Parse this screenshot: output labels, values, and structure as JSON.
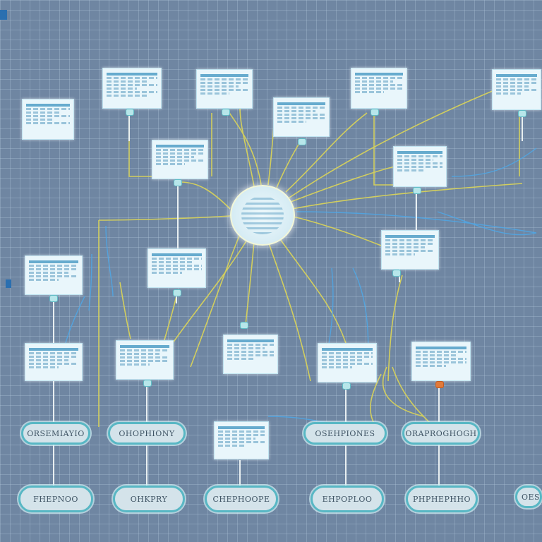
{
  "colors": {
    "background": "#6f86a2",
    "wire_yellow": "#d8d25a",
    "wire_blue": "#4ea8e8",
    "pill_border": "#58b7c4",
    "card": "#e9f6fb"
  },
  "hub": {
    "icon": "network-hub-icon"
  },
  "pills": {
    "row1": [
      "ORSEMIAYIO",
      "OHOPHIONY",
      "OSEHPIONES",
      "ORAPROGHOGH"
    ],
    "row2": [
      "FHEPNOO",
      "OHKPRY",
      "CHEPHOOPE",
      "EHPOPLOO",
      "PHPHEPHHO",
      "OESO"
    ]
  }
}
